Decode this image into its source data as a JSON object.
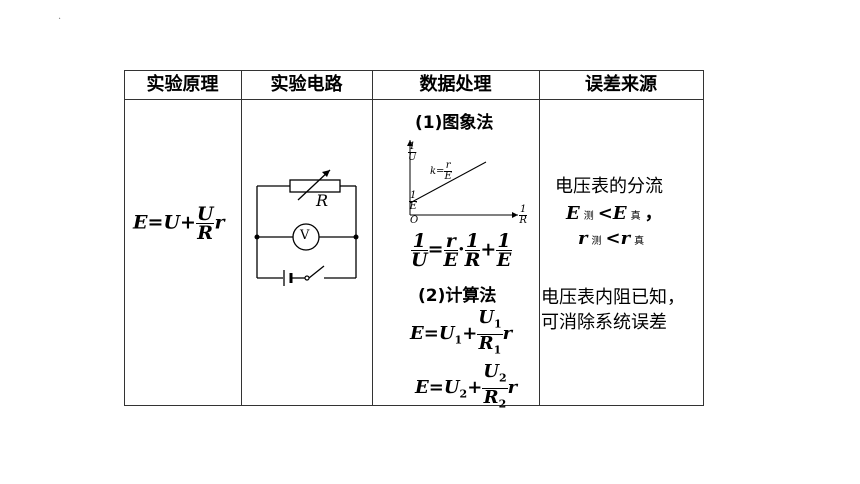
{
  "corner_mark": "·",
  "headers": [
    "实验原理",
    "实验电路",
    "数据处理",
    "误差来源"
  ],
  "principle": {
    "E": "E",
    "eq": "=",
    "U": "U",
    "plus": "+",
    "frac_num": "U",
    "frac_den": "R",
    "r": "r"
  },
  "circuit": {
    "resistor_label": "R",
    "voltmeter_label": "V"
  },
  "data_processing": {
    "method1_title": "(1)图象法",
    "graph": {
      "y_label_num": "1",
      "y_label_den": "U",
      "slope_label": "k=",
      "slope_num": "r",
      "slope_den": "E",
      "intercept_num": "1",
      "intercept_den": "E",
      "origin": "O",
      "x_label_num": "1",
      "x_label_den": "R"
    },
    "eq1": {
      "lhs_num": "1",
      "lhs_den": "U",
      "eq": "=",
      "a_num": "r",
      "a_den": "E",
      "dot": "·",
      "b_num": "1",
      "b_den": "R",
      "plus": "+",
      "c_num": "1",
      "c_den": "E"
    },
    "method2_title": "(2)计算法",
    "eq2": {
      "E": "E",
      "eq": "=",
      "U": "U",
      "sub": "1",
      "plus": "+",
      "num": "U",
      "num_sub": "1",
      "den": "R",
      "den_sub": "1",
      "r": "r"
    },
    "eq3": {
      "E": "E",
      "eq": "=",
      "U": "U",
      "sub": "2",
      "plus": "+",
      "num": "U",
      "num_sub": "2",
      "den": "R",
      "den_sub": "2",
      "r": "r"
    }
  },
  "error_source": {
    "line1": "电压表的分流",
    "ineq1": {
      "a": "E",
      "a_sub": "测",
      "lt": "<",
      "b": "E",
      "b_sub": "真",
      "comma": "，"
    },
    "ineq2": {
      "a": "r",
      "a_sub": "测",
      "lt": "<",
      "b": "r",
      "b_sub": "真"
    },
    "note_line1": "电压表内阻已知，",
    "note_line2": "可消除系统误差"
  }
}
